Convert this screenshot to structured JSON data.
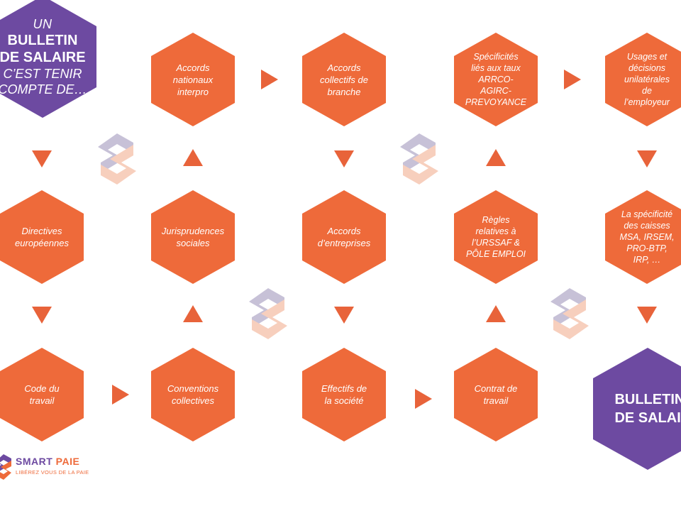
{
  "start": {
    "line1": "UN",
    "line2a": "BULLETIN",
    "line2b": "DE SALAIRE",
    "line3a": "C’EST TENIR",
    "line3b": "COMPTE DE…"
  },
  "end": {
    "label": "BULLETIN\nDE SALAIRE"
  },
  "nodes": {
    "directives": "Directives\neuropéennes",
    "code_travail": "Code du\ntravail",
    "conventions": "Conventions\ncollectives",
    "jurisprudences": "Jurisprudences\nsociales",
    "accords_nationaux": "Accords\nnationaux\ninterpro",
    "accords_branche": "Accords\ncollectifs de\nbranche",
    "accords_entreprises": "Accords\nd’entreprises",
    "effectifs": "Effectifs de\nla société",
    "contrat": "Contrat de\ntravail",
    "regles": "Règles\nrelatives à\nl’URSSAF &\nPÔLE EMPLOI",
    "specificites": "Spécificités\nliés aux taux\nARRCO-\nAGIRC-\nPREVOYANCE",
    "usages": "Usages et\ndécisions\nunilatérales\nde\nl’employeur",
    "caisses": "La spécificité\ndes caisses\nMSA, IRSEM,\nPRO-BTP,\nIRP, …"
  },
  "brand": {
    "name_part1": "SMART ",
    "name_part2": "PAIE",
    "tagline": "LIBÉREZ VOUS DE LA PAIE"
  },
  "colors": {
    "orange": "#ee6a3a",
    "purple": "#6d4aa1",
    "arrow": "#e8633a",
    "background": "#ffffff"
  }
}
